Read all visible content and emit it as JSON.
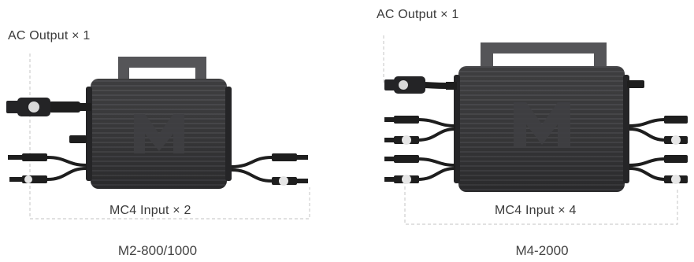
{
  "products": [
    {
      "model": "M2-800/1000",
      "ac_output_label": "AC Output × 1",
      "mc4_input_label": "MC4 Input × 2"
    },
    {
      "model": "M4-2000",
      "ac_output_label": "AC Output × 1",
      "mc4_input_label": "MC4 Input × 4"
    }
  ],
  "colors": {
    "housing": "#2f2f31",
    "rib": "#3c3c3f",
    "cable": "#1e1e1e",
    "connector_tip": "#e6e6e6",
    "dashed_bracket": "#cccccc",
    "logo": "#3f3f42"
  },
  "logo_letter": "M"
}
